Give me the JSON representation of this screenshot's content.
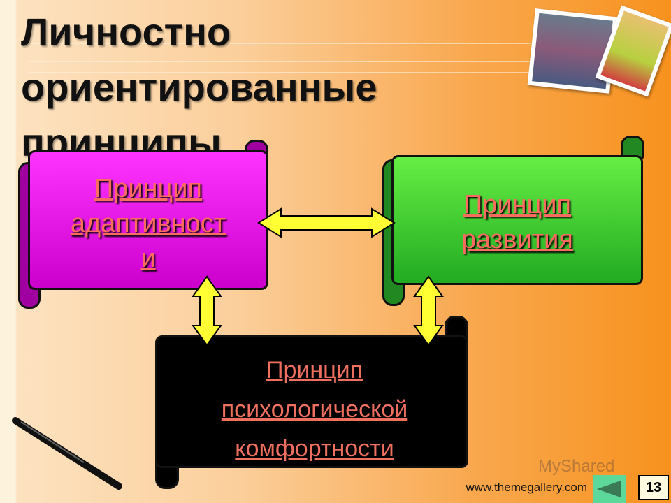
{
  "title": {
    "line1": "Личностно",
    "line2": "ориентированные",
    "line3": "принципы"
  },
  "boxes": {
    "adaptivity": {
      "line1": "Принцип",
      "line2": "адаптивност",
      "line3": "и",
      "color": "#cc00cc"
    },
    "development": {
      "line1": "Принцип",
      "line2": "развития",
      "color": "#33cc33"
    },
    "comfort": {
      "line1": "Принцип",
      "line2": "психологической",
      "line3": "комфортности",
      "color": "#000000"
    }
  },
  "footer": {
    "url": "www.themegallery.com",
    "watermark": "MyShared",
    "slide_number": "13"
  },
  "colors": {
    "text": "#ff6b5e",
    "arrow": "#ffff33"
  }
}
